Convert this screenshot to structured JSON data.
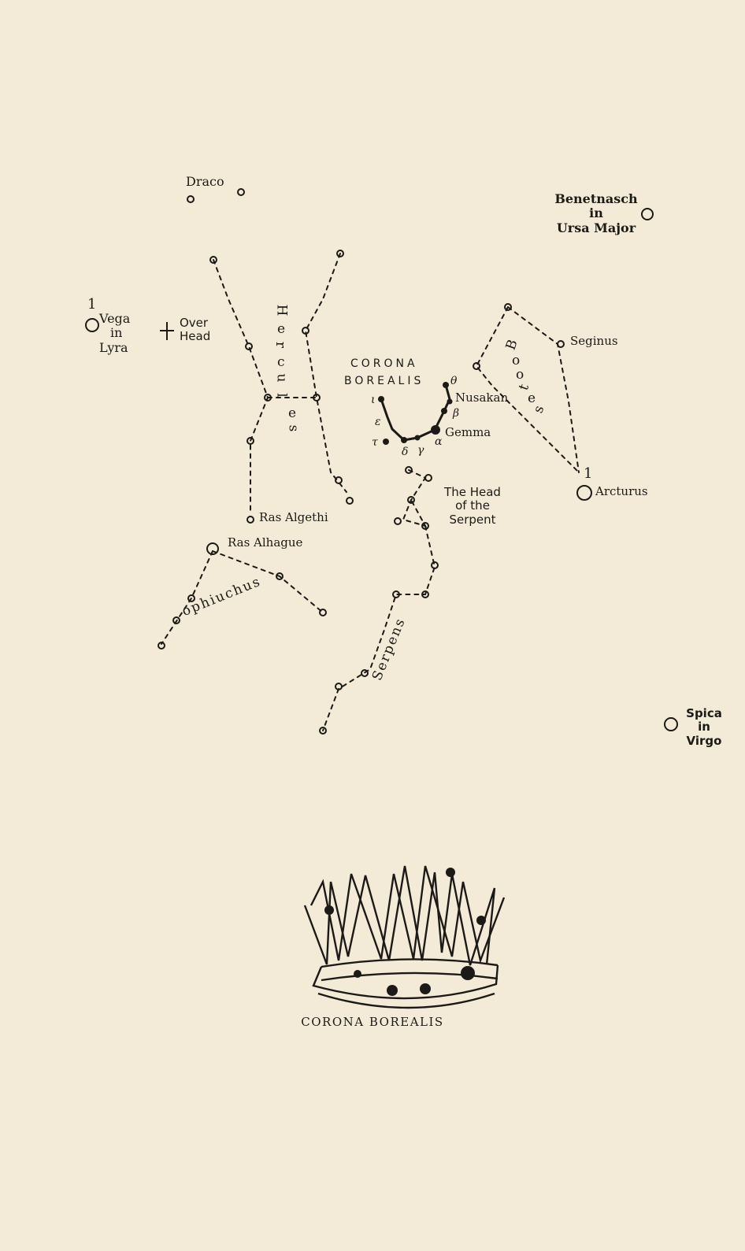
{
  "labels": {
    "draco": "Draco",
    "benetnasch": [
      "Benetnasch",
      "in",
      "Ursa Major"
    ],
    "vega_num": "1",
    "vega": [
      "Vega",
      "in",
      "Lyra"
    ],
    "over_head": [
      "Over",
      "Head"
    ],
    "corona": [
      "CORONA",
      "BOREALIS"
    ],
    "nusakan": "Nusakan",
    "gemma": "Gemma",
    "seginus": "Seginus",
    "arcturus_num": "1",
    "arcturus": "Arcturus",
    "head_serpent": [
      "The Head",
      "of the",
      "Serpent"
    ],
    "ras_algethi": "Ras Algethi",
    "ras_alhague": "Ras Alhague",
    "spica": [
      "Spica",
      "in",
      "Virgo"
    ],
    "caption": "CORONA BOREALIS"
  },
  "constellation_letters": {
    "hercules": [
      "H",
      "e",
      "r",
      "c",
      "u",
      "l",
      "e",
      "s"
    ],
    "bootes": [
      "B",
      "o",
      "o",
      "t",
      "e",
      "s"
    ],
    "ophiuchus": "ophiuchus",
    "serpens": "Serpens"
  },
  "greek": {
    "theta": "θ",
    "beta": "β",
    "alpha": "α",
    "gamma": "γ",
    "delta": "δ",
    "epsilon": "ε",
    "iota": "ι",
    "tau": "τ"
  },
  "colors": {
    "paper": "#f3ebd8",
    "ink": "#1c1a16"
  }
}
